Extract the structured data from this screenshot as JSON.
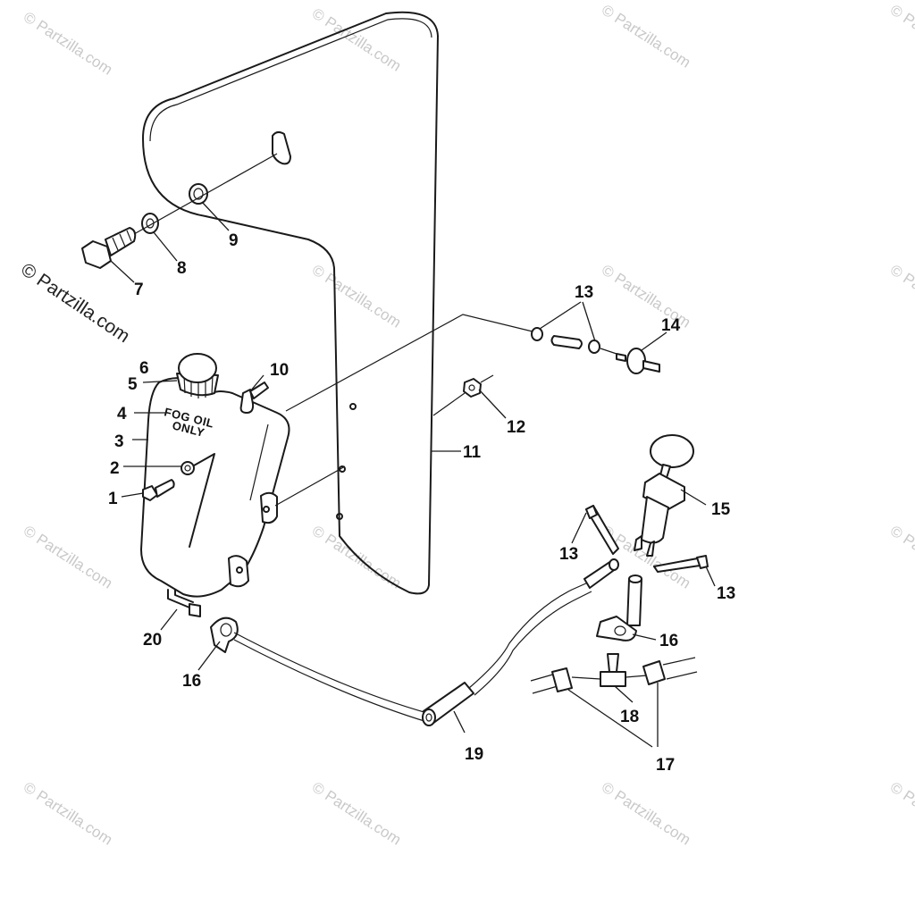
{
  "watermark": {
    "text": "© Partzilla.com",
    "side_text": "© Partzilla.com",
    "color": "#c9c9c9"
  },
  "tank_label": {
    "line1": "FOG OIL",
    "line2": "ONLY"
  },
  "callouts": {
    "c1": "1",
    "c2": "2",
    "c3": "3",
    "c4": "4",
    "c5": "5",
    "c6": "6",
    "c7": "7",
    "c8": "8",
    "c9": "9",
    "c10": "10",
    "c11": "11",
    "c12": "12",
    "c13a": "13",
    "c13b": "13",
    "c13c": "13",
    "c14": "14",
    "c15": "15",
    "c16a": "16",
    "c16b": "16",
    "c17": "17",
    "c18": "18",
    "c19": "19",
    "c20": "20"
  }
}
